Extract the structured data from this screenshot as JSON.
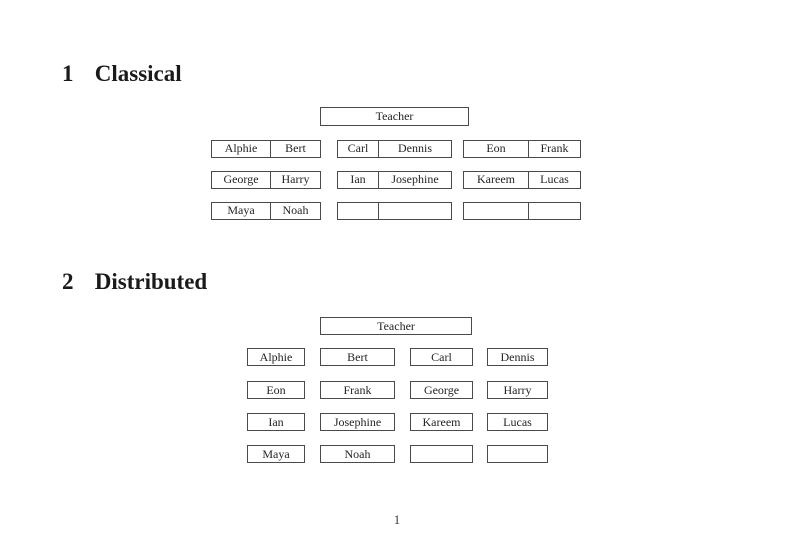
{
  "page": {
    "footer_page_number": "1"
  },
  "classical": {
    "number": "1",
    "title": "Classical",
    "teacher_label": "Teacher",
    "desks": [
      {
        "left": "Alphie",
        "right": "Bert"
      },
      {
        "left": "Carl",
        "right": "Dennis"
      },
      {
        "left": "Eon",
        "right": "Frank"
      },
      {
        "left": "George",
        "right": "Harry"
      },
      {
        "left": "Ian",
        "right": "Josephine"
      },
      {
        "left": "Kareem",
        "right": "Lucas"
      },
      {
        "left": "Maya",
        "right": "Noah"
      },
      {
        "left": "",
        "right": ""
      },
      {
        "left": "",
        "right": ""
      }
    ]
  },
  "distributed": {
    "number": "2",
    "title": "Distributed",
    "teacher_label": "Teacher",
    "seats": [
      "Alphie",
      "Bert",
      "Carl",
      "Dennis",
      "Eon",
      "Frank",
      "George",
      "Harry",
      "Ian",
      "Josephine",
      "Kareem",
      "Lucas",
      "Maya",
      "Noah",
      "",
      ""
    ]
  }
}
